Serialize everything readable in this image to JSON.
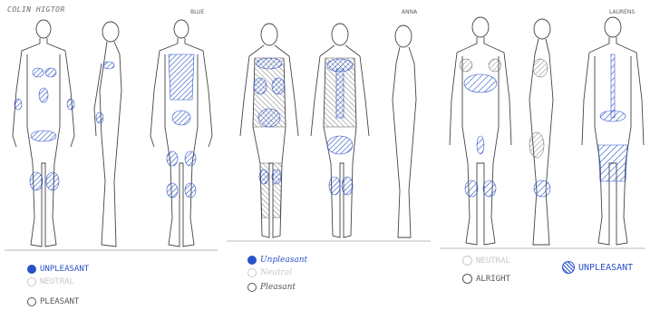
{
  "panels": [
    {
      "title": "COLIN HIGTOR",
      "tag": "BLUE",
      "legend": [
        {
          "label": "UNPLEASANT",
          "color": "#2a52c8"
        },
        {
          "label": "NEUTRAL",
          "color": "#c8c8c8"
        },
        {
          "label": "PLEASANT",
          "color": "#555555"
        }
      ]
    },
    {
      "tag": "ANNA",
      "legend": [
        {
          "label": "Unpleasant",
          "color": "#2a52c8"
        },
        {
          "label": "Neutral",
          "color": "#c8c8c8"
        },
        {
          "label": "Pleasant",
          "color": "#555555"
        }
      ]
    },
    {
      "tag": "LAURENS",
      "legend": [
        {
          "label": "NEUTRAL",
          "color": "#c8c8c8"
        },
        {
          "label": "ALRIGHT",
          "color": "#555555"
        },
        {
          "label": "UNPLEASANT",
          "color": "#2a52c8"
        }
      ]
    }
  ]
}
